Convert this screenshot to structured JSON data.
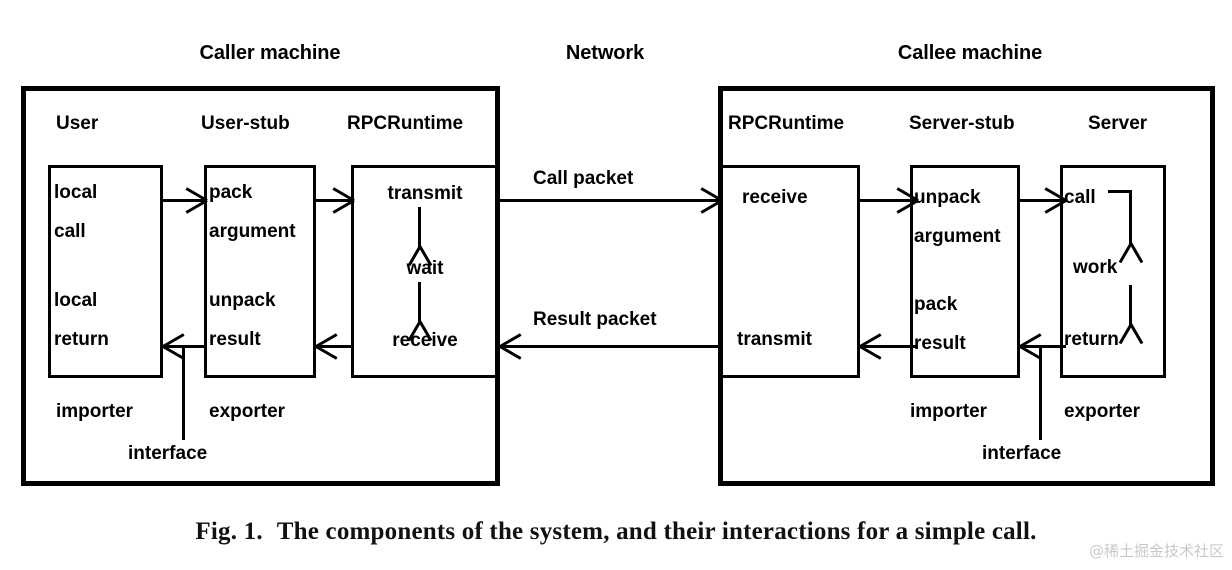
{
  "figure": {
    "caption_number": "Fig. 1.",
    "caption_text": "The components of the system, and their interactions for a simple call.",
    "watermark": "@稀土掘金技术社区",
    "ink_color": "#000000",
    "background_color": "#ffffff"
  },
  "headings": {
    "caller_machine": "Caller machine",
    "network": "Network",
    "callee_machine": "Callee machine"
  },
  "caller": {
    "columns": [
      {
        "title": "User",
        "role": "importer"
      },
      {
        "title": "User-stub",
        "role": "exporter"
      },
      {
        "title": "RPCRuntime",
        "role": ""
      }
    ],
    "user_box": {
      "line1": "local",
      "line2": "call",
      "line3": "local",
      "line4": "return"
    },
    "stub_box": {
      "line1": "pack",
      "line2": "argument",
      "line3": "unpack",
      "line4": "result"
    },
    "runtime_box": {
      "line1": "transmit",
      "line2": "wait",
      "line3": "receive"
    },
    "interface_label": "interface"
  },
  "callee": {
    "columns": [
      {
        "title": "RPCRuntime",
        "role": ""
      },
      {
        "title": "Server-stub",
        "role": "importer"
      },
      {
        "title": "Server",
        "role": "exporter"
      }
    ],
    "runtime_box": {
      "line1": "receive",
      "line2": "transmit"
    },
    "stub_box": {
      "line1": "unpack",
      "line2": "argument",
      "line3": "pack",
      "line4": "result"
    },
    "server_box": {
      "line1": "call",
      "line2": "work",
      "line3": "return"
    },
    "interface_label": "interface"
  },
  "network": {
    "call_packet": "Call packet",
    "result_packet": "Result packet"
  }
}
